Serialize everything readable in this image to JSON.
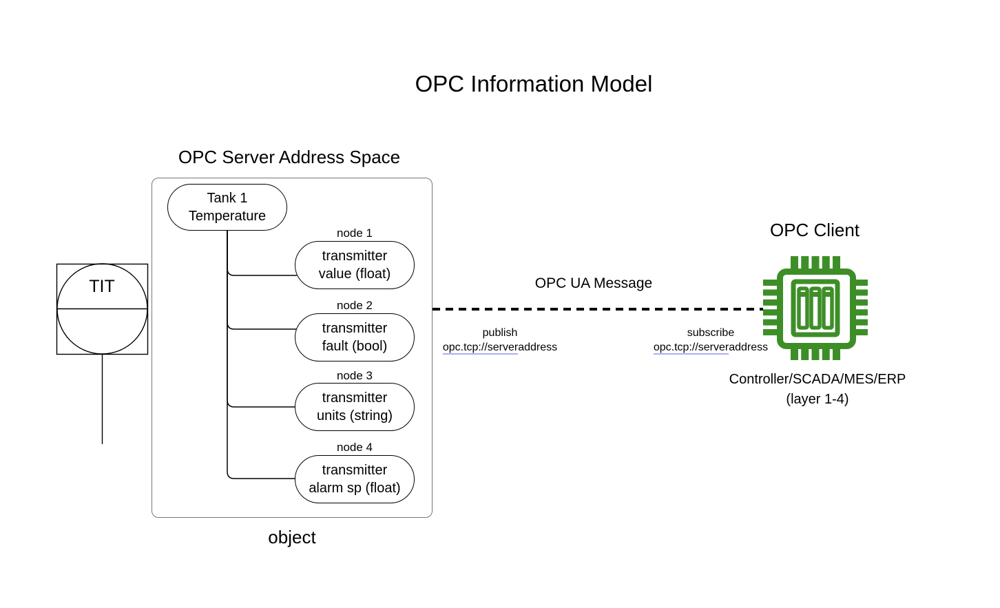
{
  "title": "OPC Information Model",
  "server": {
    "heading": "OPC Server Address Space",
    "caption": "object",
    "root": {
      "line1": "Tank 1",
      "line2": "Temperature"
    },
    "nodes": [
      {
        "label": "node 1",
        "line1": "transmitter",
        "line2": "value (float)"
      },
      {
        "label": "node 2",
        "line1": "transmitter",
        "line2": "fault (bool)"
      },
      {
        "label": "node 3",
        "line1": "transmitter",
        "line2": "units (string)"
      },
      {
        "label": "node 4",
        "line1": "transmitter",
        "line2": "alarm sp (float)"
      }
    ]
  },
  "instrument": {
    "tag": "TIT"
  },
  "link": {
    "label": "OPC UA Message",
    "publish": {
      "action": "publish",
      "address_main": "opc.tcp://server",
      "address_tail": "address"
    },
    "subscribe": {
      "action": "subscribe",
      "address_main": "opc.tcp://server",
      "address_tail": "address"
    }
  },
  "client": {
    "heading": "OPC Client",
    "icon": "microchip-icon",
    "caption_line1": "Controller/SCADA/MES/ERP",
    "caption_line2": "(layer 1-4)"
  },
  "colors": {
    "chip_green": "#3e8e28",
    "line_black": "#000000",
    "container_border": "#757575",
    "address_underline": "#a9b0f2"
  }
}
